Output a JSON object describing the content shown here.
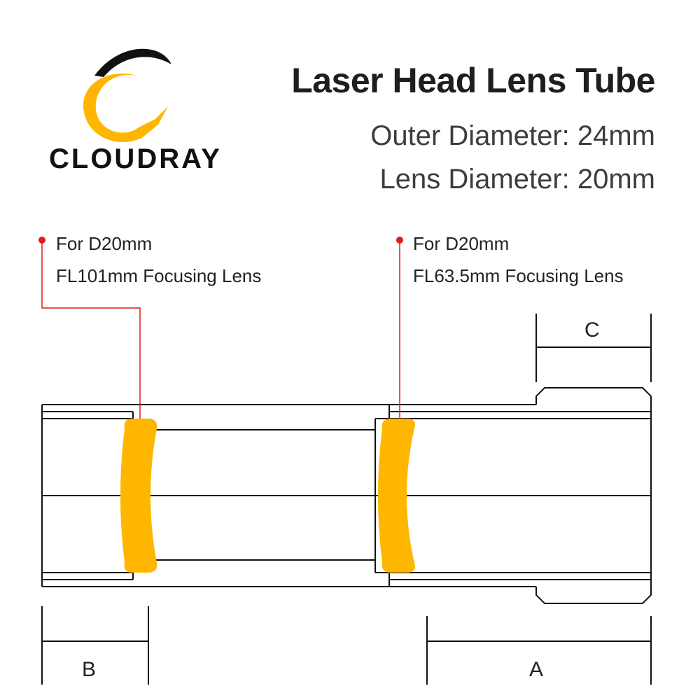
{
  "brand": {
    "name": "CLOUDRAY",
    "logo_icon": "cloudray-logo-icon",
    "colors": {
      "accent": "#FFC107",
      "dark": "#111111"
    }
  },
  "header": {
    "title": "Laser Head Lens Tube",
    "spec_outer": "Outer Diameter: 24mm",
    "spec_lens": "Lens Diameter: 20mm"
  },
  "callouts": {
    "left": {
      "line1": "For D20mm",
      "line2": "FL101mm Focusing Lens",
      "marker_color": "#E21A1A"
    },
    "right": {
      "line1": "For D20mm",
      "line2": "FL63.5mm Focusing Lens",
      "marker_color": "#E21A1A"
    }
  },
  "dimensions": {
    "a": "A",
    "b": "B",
    "c": "C"
  },
  "colors": {
    "lens": "#FFB600",
    "outline": "#111111",
    "leader": "#E21A1A"
  }
}
